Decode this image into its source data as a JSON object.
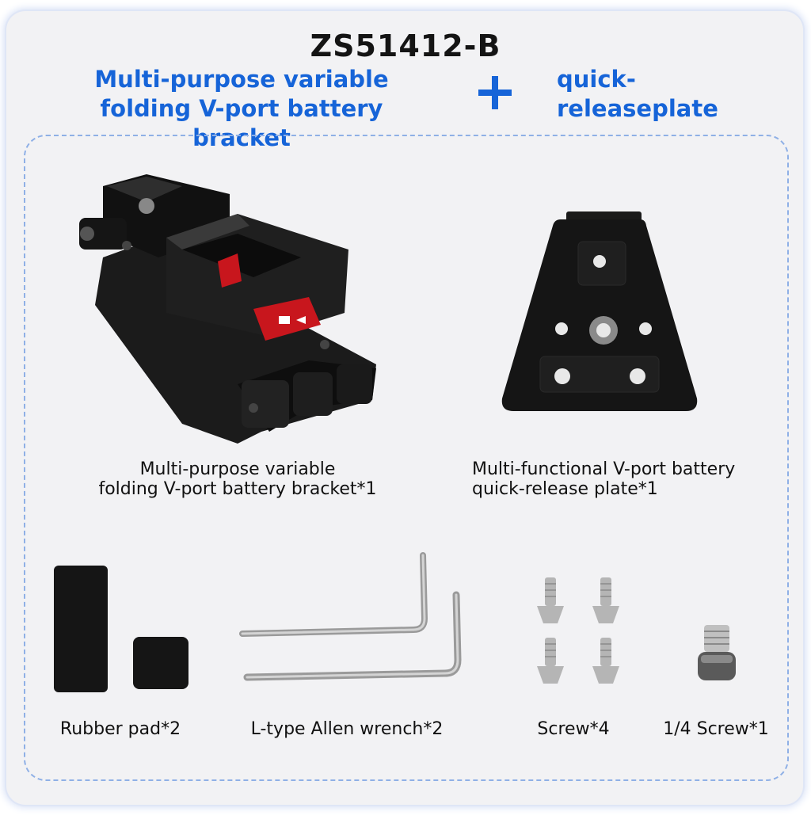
{
  "title": "ZS51412-B",
  "header": {
    "left_line1": "Multi-purpose variable",
    "left_line2": "folding V-port battery bracket",
    "plus_symbol": "+",
    "right_line1": "quick-",
    "right_line2": "releaseplate"
  },
  "items": {
    "bracket": {
      "line1": "Multi-purpose variable",
      "line2": "folding V-port battery bracket*1"
    },
    "plate": {
      "line1": "Multi-functional V-port battery",
      "line2": "quick-release plate*1"
    },
    "rubber_pad": {
      "label": "Rubber pad*2"
    },
    "wrench": {
      "label": "L-type Allen wrench*2"
    },
    "screw": {
      "label": "Screw*4"
    },
    "quarter_screw": {
      "label": "1/4 Screw*1"
    }
  },
  "colors": {
    "accent_blue": "#1664d8",
    "card_bg": "#f2f2f4",
    "dashed_border": "#8fb0e6",
    "product_black": "#141414",
    "lever_red": "#c8161d"
  },
  "icons": [
    "plus-icon",
    "battery-bracket-image",
    "quick-release-plate-image",
    "rubber-pad-image",
    "allen-wrench-image",
    "screw-image",
    "quarter-screw-image"
  ]
}
